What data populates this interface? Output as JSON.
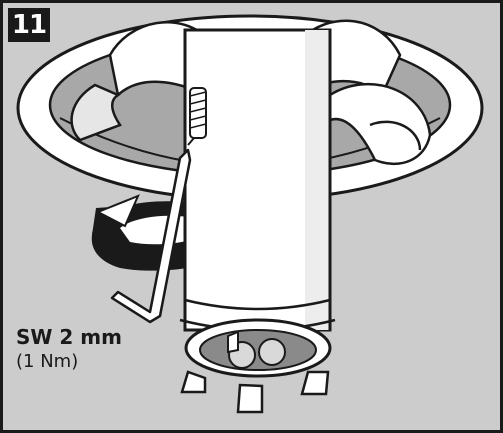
{
  "step": {
    "number": "11"
  },
  "callout": {
    "tool_size": "SW 2 mm",
    "torque": "(1 Nm)"
  },
  "colors": {
    "background": "#cccccc",
    "frame": "#1a1a1a",
    "stroke": "#1a1a1a",
    "part_fill": "#ffffff",
    "shadow": "#9e9e9e",
    "hole": "#6e6e6e"
  },
  "icons": [
    "hex-key-icon",
    "rotation-arrow-icon",
    "set-screw-icon"
  ]
}
